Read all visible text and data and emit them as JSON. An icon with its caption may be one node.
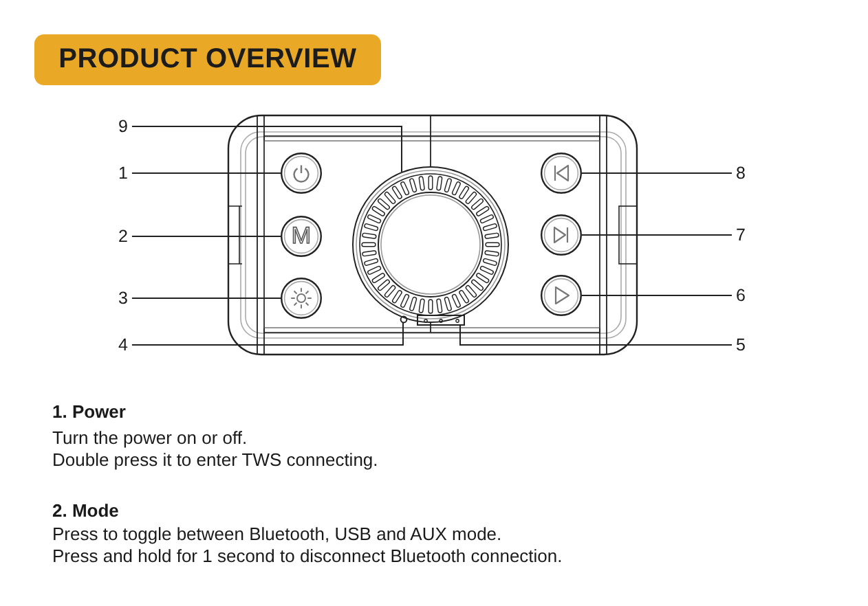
{
  "diagram": {
    "title": "PRODUCT OVERVIEW",
    "nodes": [
      {
        "text": [
          "9"
        ]
      },
      {
        "text": [
          "1"
        ]
      },
      {
        "text": [
          "8"
        ]
      },
      {
        "text": [
          "2"
        ]
      },
      {
        "text": [
          "7"
        ]
      },
      {
        "text": [
          "3"
        ]
      },
      {
        "text": [
          "6"
        ]
      },
      {
        "text": [
          "4"
        ]
      },
      {
        "text": [
          "5"
        ]
      },
      {
        "text": [],
        "shape": "circle"
      },
      {
        "text": [
          "M"
        ]
      },
      {
        "text": [],
        "shape": "circle"
      },
      {
        "text": [],
        "shape": "circle"
      },
      {
        "text": [],
        "shape": "circle"
      },
      {
        "text": [],
        "shape": "box"
      },
      {
        "text": [],
        "shape": "circle"
      },
      {
        "text": [],
        "shape": "circle"
      },
      {
        "text": [],
        "shape": "circle"
      }
    ],
    "edges": [
      {
        "from": 0,
        "to": 12,
        "arrow": "none"
      },
      {
        "from": 1,
        "to": 9,
        "arrow": "none"
      },
      {
        "from": 2,
        "to": 15,
        "arrow": "none"
      },
      {
        "from": 3,
        "to": 10,
        "arrow": "none"
      },
      {
        "from": 4,
        "to": 16,
        "arrow": "none"
      },
      {
        "from": 5,
        "to": 11,
        "arrow": "none"
      },
      {
        "from": 6,
        "to": 17,
        "arrow": "none"
      },
      {
        "from": 7,
        "to": 13,
        "arrow": "none"
      },
      {
        "from": 8,
        "to": 14,
        "arrow": "none"
      }
    ],
    "labels": [
      "1. Power",
      "Turn the power on or off.",
      "Double press it to enter TWS connecting.",
      "2. Mode",
      "Press to toggle between Bluetooth, USB and AUX mode.",
      "Press and hold for 1 second to disconnect Bluetooth connection."
    ]
  }
}
